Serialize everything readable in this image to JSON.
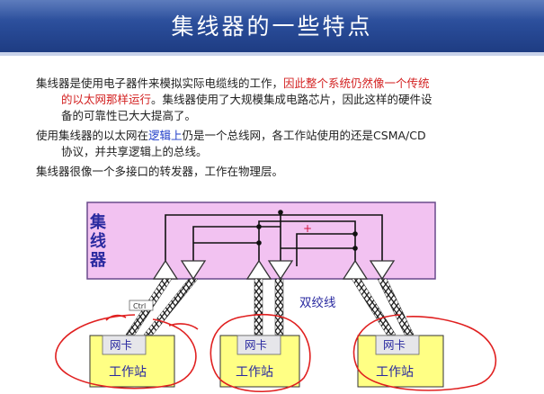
{
  "slide": {
    "title": "集线器的一些特点",
    "paragraph1": {
      "part1": "集线器是使用电子器件来模拟实际电缆线的工作，",
      "part2_red": "因此整个系统仍然像一个传统",
      "line2_red": "的以太网那样运行",
      "line2_rest": "。集线器使用了大规模集成电路芯片，因此这样的硬件设",
      "line3": "备的可靠性已大大提高了。"
    },
    "paragraph2": {
      "part1": "使用集线器的以太网在",
      "part2_blue": "逻辑上",
      "part3": "仍是一个总线网，各工作站使用的还是CSMA/CD",
      "line2": "协议，并共享逻辑上的总线。"
    },
    "paragraph3": "集线器很像一个多接口的转发器，工作在物理层。",
    "diagram": {
      "hub_label": [
        "集",
        "线",
        "器"
      ],
      "twisted_pair_label": "双绞线",
      "ctrl_label": "Ctrl",
      "stations": [
        {
          "card": "网卡",
          "name": "工作站"
        },
        {
          "card": "网卡",
          "name": "工作站"
        },
        {
          "card": "网卡",
          "name": "工作站"
        }
      ]
    }
  }
}
